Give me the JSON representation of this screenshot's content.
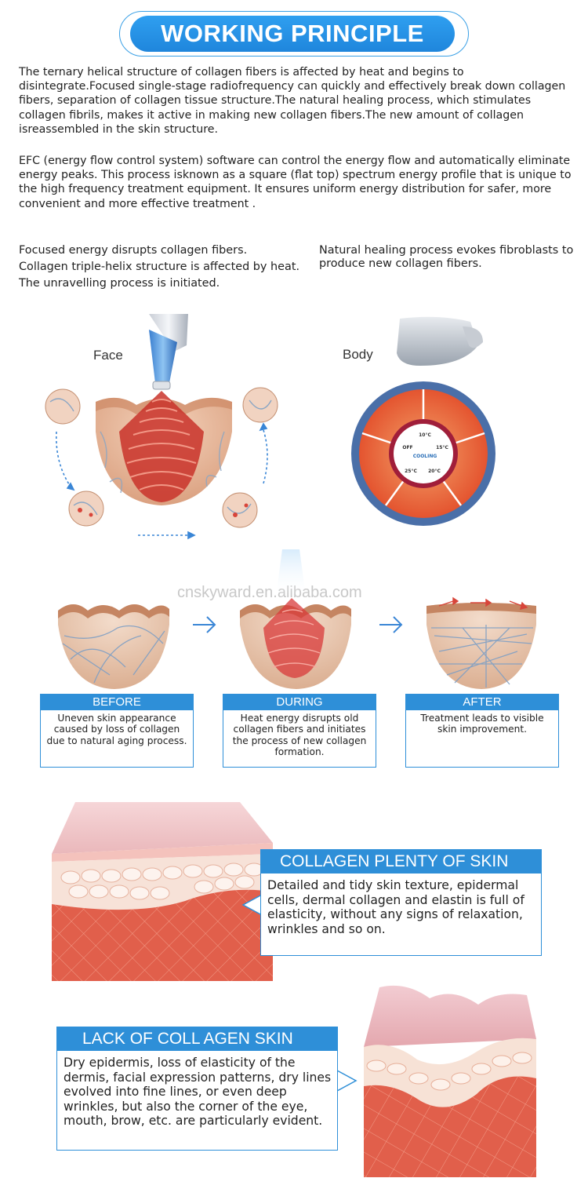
{
  "header": {
    "title": "WORKING PRINCIPLE"
  },
  "intro": {
    "paragraph_1": "The ternary helical structure of collagen fibers is affected by heat and begins to disintegrate.Focused single-stage radiofrequency can quickly and effectively break down collagen fibers, separation of collagen tissue structure.The natural healing process, which stimulates collagen fibrils, makes it active in making new collagen fibers.The new amount of collagen isreassembled in the skin structure.",
    "paragraph_2": "EFC (energy flow control system) software can control the energy flow and automatically eliminate energy peaks. This process isknown as a square (flat top) spectrum energy profile that is unique to the high frequency treatment equipment. It ensures uniform energy distribution for safer, more convenient and more effective treatment ."
  },
  "notes": {
    "left": [
      "Focused energy disrupts collagen fibers.",
      "Collagen triple-helix structure is affected by heat.",
      "The unravelling process is initiated."
    ],
    "right": "Natural healing process evokes fibroblasts to produce new collagen fibers."
  },
  "diagram_labels": {
    "face": "Face",
    "body": "Body",
    "cooling_dial": {
      "center": "COOLING",
      "t1": "10°C",
      "t2": "15°C",
      "t3": "20°C",
      "t4": "25°C",
      "off": "OFF"
    }
  },
  "watermark": "cnskyward.en.alibaba.com",
  "stages": [
    {
      "label": "BEFORE",
      "text": "Uneven skin appearance caused by loss of collagen due to natural aging process."
    },
    {
      "label": "DURING",
      "text": "Heat energy disrupts old collagen fibers and initiates the process of new collagen formation."
    },
    {
      "label": "AFTER",
      "text": "Treatment leads to visible skin improvement."
    }
  ],
  "skin_info": {
    "plenty": {
      "title": "COLLAGEN PLENTY OF SKIN",
      "text": "Detailed and tidy skin texture, epidermal cells, dermal collagen and elastin is full of elasticity, without any signs of relaxation, wrinkles and so on."
    },
    "lack": {
      "title": "LACK OF COLL AGEN SKIN",
      "text": "Dry epidermis, loss of elasticity of the dermis, facial expression patterns, dry lines evolved into fine lines, or even deep wrinkles, but also the corner of the eye, mouth, brow, etc. are particularly evident."
    }
  },
  "colors": {
    "accent": "#2e8fd8",
    "skin": "#e9b292",
    "dermis": "#e0624e",
    "epidermis": "#f0c6c8"
  }
}
